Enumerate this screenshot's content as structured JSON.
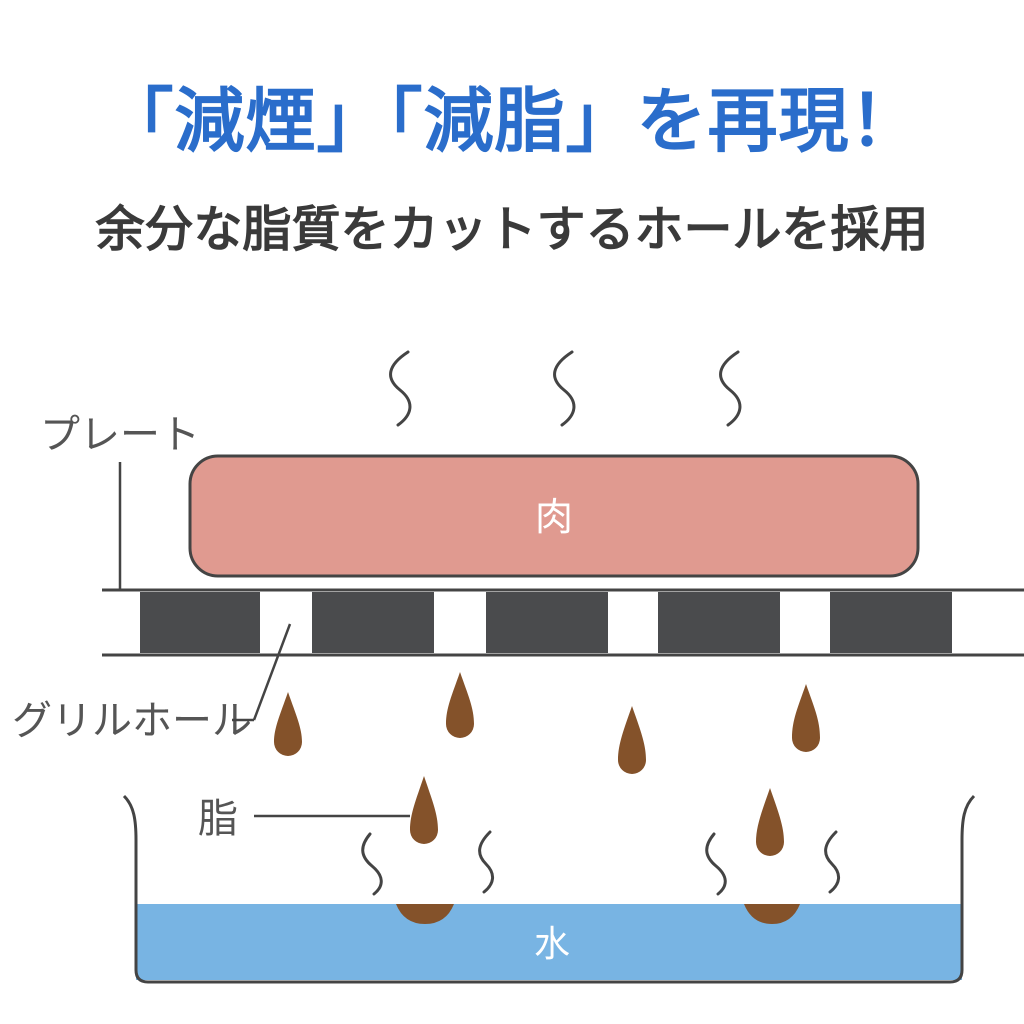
{
  "title": {
    "headline": "「減煙」「減脂」を再現！",
    "subheadline": "余分な脂質をカットするホールを採用"
  },
  "diagram": {
    "labels": {
      "plate": "プレート",
      "grill_hole": "グリルホール",
      "fat": "脂",
      "meat": "肉",
      "water": "水"
    },
    "colors": {
      "headline": "#2a6dcb",
      "subheadline": "#3a3a3a",
      "meat_fill": "#e09a90",
      "plate_bar": "#4a4b4d",
      "fat_drop": "#84522a",
      "water": "#78b4e3",
      "outline": "#444444"
    },
    "icons": [
      "steam-icon",
      "fat-drop-icon"
    ]
  }
}
